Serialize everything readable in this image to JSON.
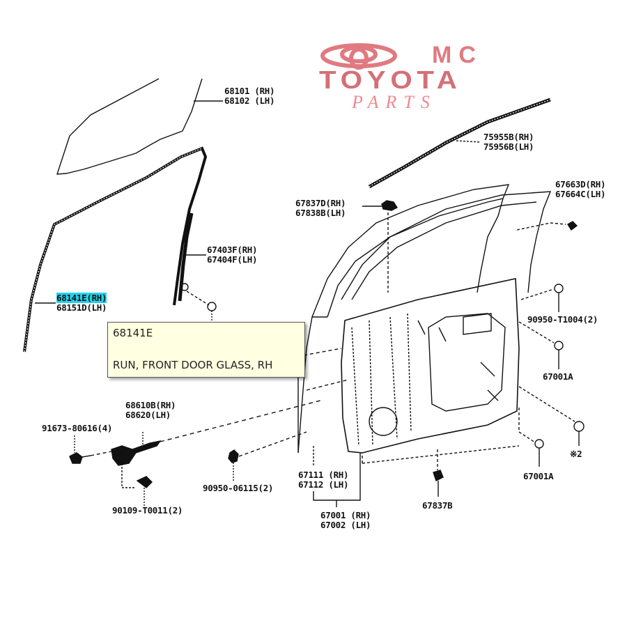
{
  "logo": {
    "brand_line1": "MC",
    "brand_line2": "TOYOTA",
    "brand_line3": "PARTS",
    "color": "#e07a80"
  },
  "highlight_color": "#22d3ee",
  "tooltip": {
    "part_code": "68141E",
    "description": "RUN, FRONT DOOR GLASS, RH"
  },
  "callouts": {
    "glass": [
      "68101 (RH)",
      "68102 (LH)"
    ],
    "belt_moulding": [
      "75955B(RH)",
      "75956B(LH)"
    ],
    "mirror_cover": [
      "67663D(RH)",
      "67664C(LH)"
    ],
    "door_clip_top": [
      "67837D(RH)",
      "67838B(LH)"
    ],
    "rear_channel": [
      "67403F(RH)",
      "67404F(LH)"
    ],
    "glass_run": [
      "68141E(RH)",
      "68151D(LH)"
    ],
    "check_bolt": "91673-80616(4)",
    "door_check": [
      "68610B(RH)",
      "68620(LH)"
    ],
    "check_screw": "90109-T0011(2)",
    "grommet": "90950-06115(2)",
    "front_pillar": [
      "67111 (RH)",
      "67112 (LH)"
    ],
    "door_panel": [
      "67001 (RH)",
      "67002 (LH)"
    ],
    "bottom_clip": "67837B",
    "hole_plug_right": "90950-T1004(2)",
    "plug_a1": "67001A",
    "plug_a2": "67001A",
    "note_mark": "※2"
  }
}
